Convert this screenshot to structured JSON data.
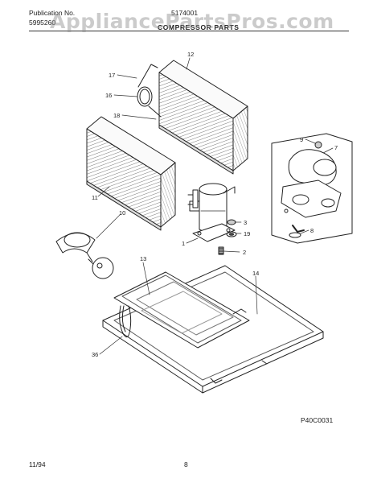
{
  "header": {
    "publication_label": "Publication No.",
    "publication_number": "5995260",
    "model_number": "5174001",
    "section_title": "COMPRESSOR PARTS",
    "watermark": "AppliancePartsPros.com"
  },
  "callouts": {
    "c17": "17",
    "c12": "12",
    "c16": "16",
    "c18": "18",
    "c9": "9",
    "c7": "7",
    "c11": "11",
    "c10": "10",
    "c3": "3",
    "c19": "19",
    "c8": "8",
    "c1": "1",
    "c2": "2",
    "c13": "13",
    "c14": "14",
    "c36": "36"
  },
  "footer": {
    "figure_code": "P40C0031",
    "date": "11/94",
    "page_number": "8"
  }
}
